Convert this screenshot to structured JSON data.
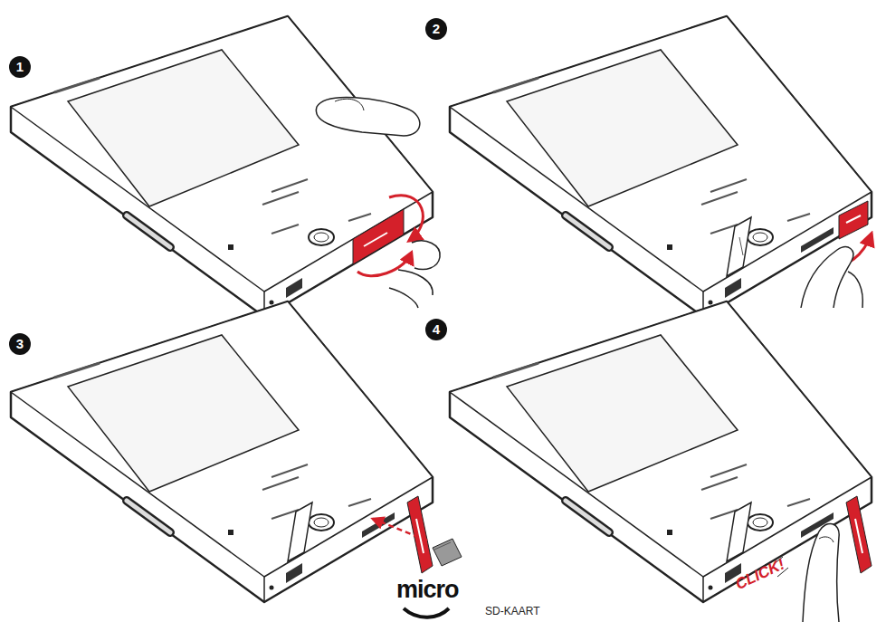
{
  "diagram": {
    "labels": [
      "1",
      "2",
      "3",
      "4",
      "micro",
      "SD-KAART",
      "CLICK!"
    ]
  }
}
